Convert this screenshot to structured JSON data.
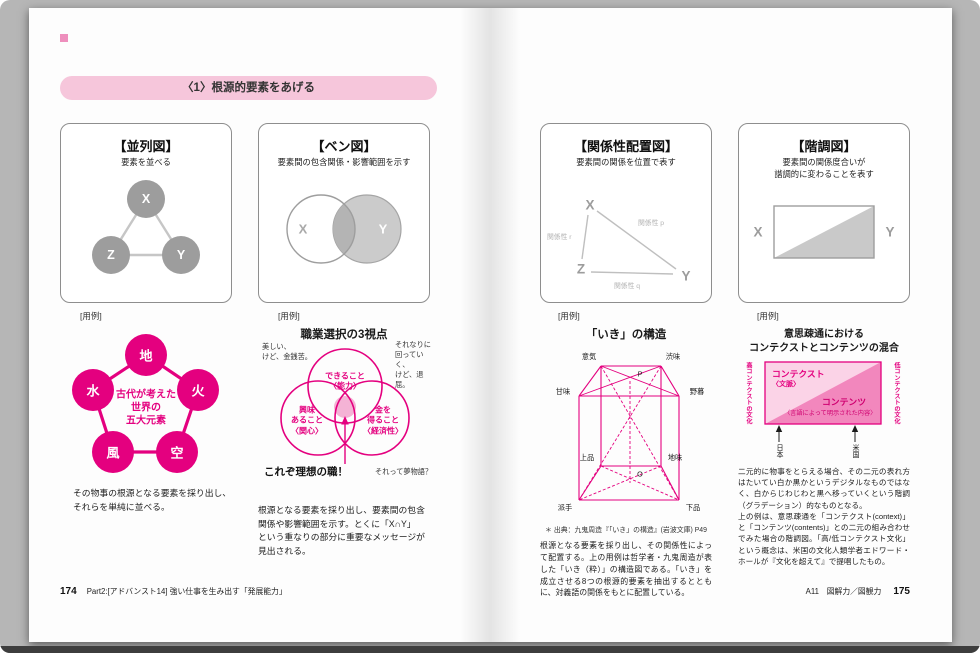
{
  "banner": {
    "label": "〈1〉根源的要素をあげる"
  },
  "usage_label": "[用例]",
  "type_boxes": {
    "parallel": {
      "title": "【並列図】",
      "subtitle": "要素を並べる",
      "node_x": "X",
      "node_y": "Y",
      "node_z": "Z"
    },
    "venn": {
      "title": "【ベン図】",
      "subtitle": "要素間の包含関係・影響範囲を示す",
      "node_x": "X",
      "node_y": "Y"
    },
    "relation": {
      "title": "【関係性配置図】",
      "subtitle": "要素間の関係を位置で表す",
      "node_x": "X",
      "node_y": "Y",
      "node_z": "Z",
      "edge_r": "関係性 r",
      "edge_p": "関係性 p",
      "edge_q": "関係性 q"
    },
    "gradation": {
      "title": "【階調図】",
      "subtitle": "要素間の関係度合いが\n諧調的に変わることを表す",
      "node_x": "X",
      "node_y": "Y"
    }
  },
  "five_elements": {
    "center_label": "古代が考えた\n世界の\n五大元素",
    "node_top": "地",
    "node_left": "水",
    "node_right": "火",
    "node_bottom_left": "風",
    "node_bottom_right": "空",
    "caption": "その物事の根源となる要素を採り出し、\nそれらを単純に並べる。"
  },
  "career_venn": {
    "title": "職業選択の3視点",
    "circle_top": "できること\n〈能力〉",
    "circle_left": "興味\nあること\n〈関心〉",
    "circle_right": "金を\n得ること\n〈経済性〉",
    "note_left": "美しい、\nけど、金銭苦。",
    "note_right": "それなりに\n回っていく、\nけど、退屈。",
    "note_bottom_right": "それって夢物語？",
    "ideal_label": "これぞ理想の職！",
    "caption": "根源となる要素を採り出し、要素間の包含\n関係や影響範囲を示す。とくに「X∩Y」\nという重なりの部分に重要なメッセージが\n見出される。"
  },
  "iki_structure": {
    "title": "「いき」の構造",
    "v_top_back_left": "意気",
    "v_top_back_right": "渋味",
    "v_top_front_left": "甘味",
    "v_top_front_right": "野暮",
    "v_bottom_back_left": "上品",
    "v_bottom_back_right": "地味",
    "v_bottom_front_left": "派手",
    "v_bottom_front_right": "下品",
    "p_label": "P",
    "o_label": "O",
    "source": "＊ 出典：九鬼周造『「いき」の構造』(岩波文庫) P49",
    "body": "根源となる要素を採り出し、その関係性によって配置する。上の用例は哲学者・九鬼周造が表した「いき（粋）」の構造図である。「いき」を成立させる8つの根源的要素を抽出するとともに、対義語の関係をもとに配置している。"
  },
  "context_mix": {
    "title": "意思疎通における\nコンテクストとコンテンツの混合",
    "context_label": "コンテクスト",
    "context_sub": "〈文脈〉",
    "contents_label": "コンテンツ",
    "contents_sub": "〈言語によって明示された内容〉",
    "axis_left": "高コンテクストの文化",
    "axis_right": "低コンテクストの文化",
    "marker_left": "日本",
    "marker_right": "米国",
    "body": "二元的に物事をとらえる場合、その二元の表れ方はたいてい白か黒かというデジタルなものではなく、白からじわじわと黒へ移っていくという階調（グラデーション）的なものとなる。\n上の例は、意思疎通を「コンテクスト(context)」と「コンテンツ(contents)」との二元の組み合わせでみた場合の階調図。「高/低コンテクスト文化」という概念は、米国の文化人類学者エドワード・ホールが『文化を超えて』で提唱したもの。"
  },
  "footer_left": {
    "page": "174",
    "label": "Part2:[アドバンスト14] 強い仕事を生み出す「発展能力」"
  },
  "footer_right": {
    "label": "A11　図解力／図観力",
    "page": "175"
  }
}
